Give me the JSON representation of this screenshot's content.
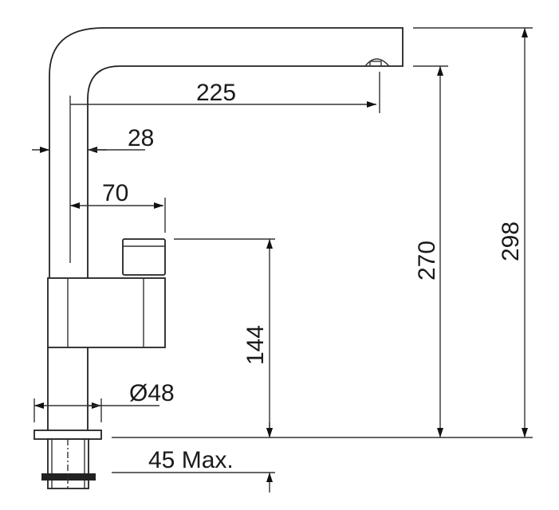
{
  "dimensions": {
    "spout_reach": "225",
    "pipe_width": "28",
    "handle_offset": "70",
    "handle_height": "144",
    "spout_height": "270",
    "total_height": "298",
    "base_diameter": "Ø48",
    "max_counter_thickness": "45 Max."
  }
}
